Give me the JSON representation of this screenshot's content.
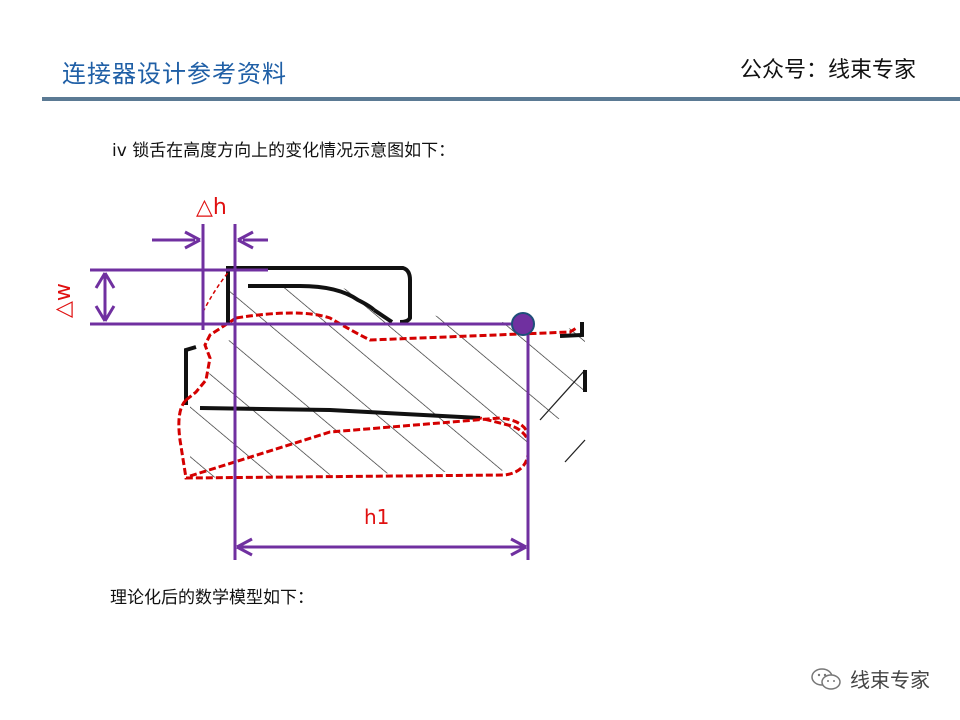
{
  "header": {
    "title": "连接器设计参考资料",
    "right_text": "公众号：线束专家"
  },
  "content": {
    "caption_top": "iv 锁舌在高度方向上的变化情况示意图如下：",
    "caption_bottom": "理论化后的数学模型如下："
  },
  "figure": {
    "label_dh": "△h",
    "label_dw": "△w",
    "label_h1": "h1",
    "colors": {
      "dimension": "#7030a0",
      "outline_red": "#d40000",
      "dim_text": "#e01010"
    }
  },
  "watermark": {
    "text": "线束专家",
    "icon": "wechat-icon"
  }
}
